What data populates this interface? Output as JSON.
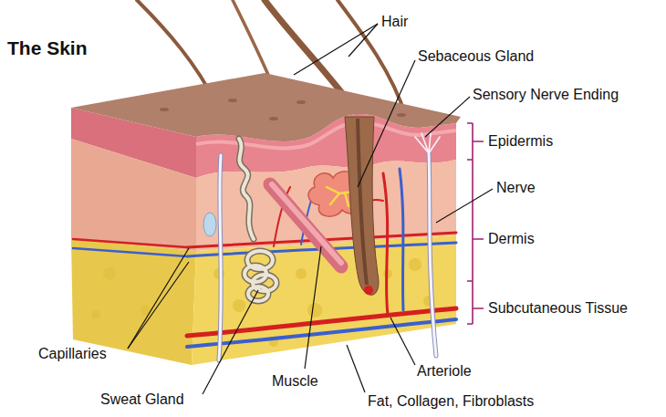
{
  "diagram": {
    "title": "The Skin",
    "labels": [
      "Hair",
      "Sebaceous Gland",
      "Sensory Nerve Ending",
      "Epidermis",
      "Nerve",
      "Dermis",
      "Subcutaneous Tissue",
      "Capillaries",
      "Sweat Gland",
      "Muscle",
      "Arteriole",
      "Fat, Collagen, Fibroblasts"
    ]
  }
}
